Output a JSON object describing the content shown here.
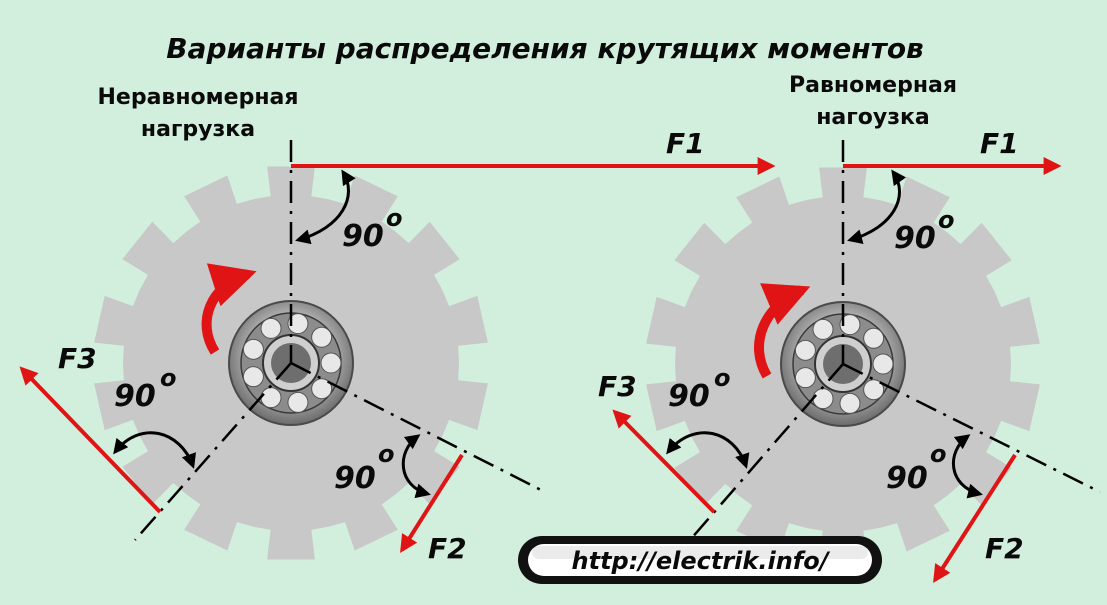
{
  "title": "Варианты распределения крутящих моментов",
  "left": {
    "label_line1": "Неравномерная",
    "label_line2": "нагрузка",
    "f1": "F1",
    "f2": "F2",
    "f3": "F3",
    "angle_top": "90",
    "angle_left": "90",
    "angle_right": "90",
    "degree": "o"
  },
  "right": {
    "label_line1": "Равномерная",
    "label_line2": "нагоузка",
    "f1": "F1",
    "f2": "F2",
    "f3": "F3",
    "angle_top": "90",
    "angle_left": "90",
    "angle_right": "90",
    "degree": "o"
  },
  "footer": {
    "url": "http://electrik.info/"
  },
  "colors": {
    "background": "#d2eedc",
    "gear": "#c8c8c8",
    "force_arrow": "#e01414",
    "rotation_arrow": "#e01414"
  }
}
